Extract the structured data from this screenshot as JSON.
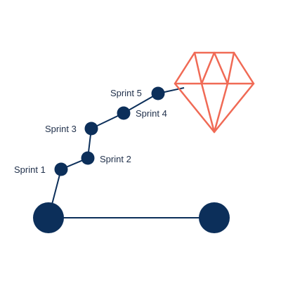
{
  "sprints": [
    {
      "label": "Sprint 1"
    },
    {
      "label": "Sprint 2"
    },
    {
      "label": "Sprint 3"
    },
    {
      "label": "Sprint 4"
    },
    {
      "label": "Sprint 5"
    }
  ],
  "colors": {
    "navy": "#0c2f5a",
    "gem": "#f06a55"
  },
  "icons": {
    "goal": "diamond-gem-icon"
  }
}
